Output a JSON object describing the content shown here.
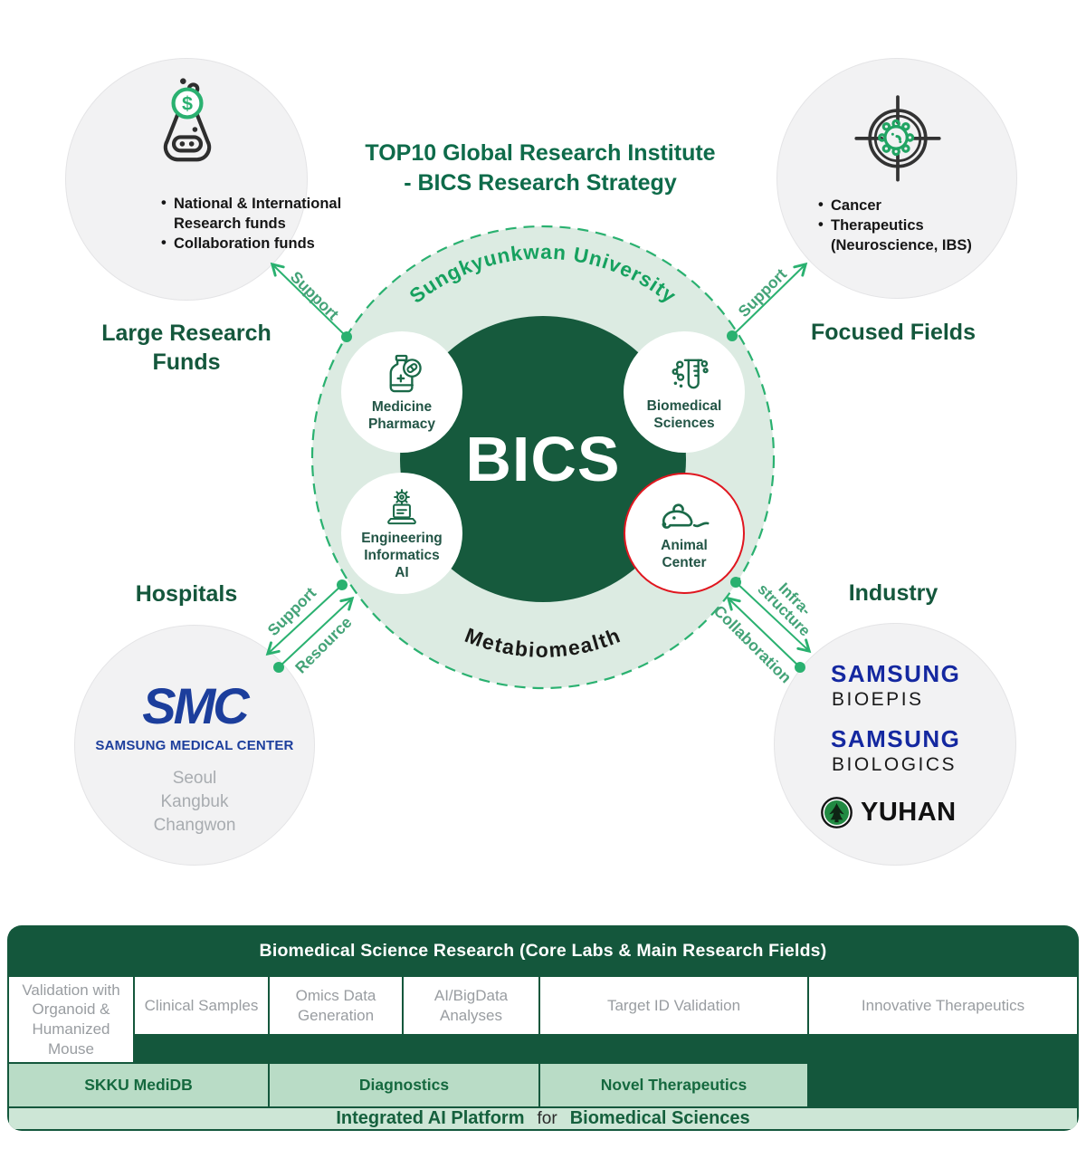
{
  "title": {
    "line1": "TOP10 Global Research Institute",
    "line2": "- BICS Research Strategy"
  },
  "colors": {
    "primary_dark_green": "#14573C",
    "accent_green": "#2AB170",
    "light_green_fill": "#DCEBE2",
    "row_green": "#B9DCC6",
    "footer_green": "#CDE6D6",
    "samsung_blue": "#1428A0",
    "smc_blue": "#1C3E9C",
    "highlight_red": "#E0161F"
  },
  "icons": {
    "funds": "flask-dollar-icon",
    "focused": "target-virus-icon",
    "medicine": "medicine-bottle-pill-icon",
    "biomedical": "test-tube-icon",
    "engineering": "laptop-gear-icon",
    "animal": "mouse-icon",
    "yuhan": "tree-logo-icon"
  },
  "center": {
    "university_arc": "Sungkyunkwan University",
    "core_label": "BICS",
    "metabio_arc": "Metabiomealth",
    "units": [
      {
        "line1": "Medicine",
        "line2": "Pharmacy"
      },
      {
        "line1": "Biomedical",
        "line2": "Sciences"
      },
      {
        "line1": "Engineering",
        "line2": "Informatics",
        "line3": "AI"
      },
      {
        "line1": "Animal",
        "line2": "Center"
      }
    ]
  },
  "satellites": {
    "funds": {
      "title": "Large Research Funds",
      "bullets": [
        "National & International Research funds",
        "Collaboration funds"
      ]
    },
    "focused": {
      "title": "Focused Fields",
      "bullets": [
        "Cancer",
        "Therapeutics (Neuroscience, IBS)"
      ]
    },
    "hospitals": {
      "title": "Hospitals",
      "org": "SMC",
      "org_sub": "SAMSUNG MEDICAL CENTER",
      "locations": [
        "Seoul",
        "Kangbuk",
        "Changwon"
      ]
    },
    "industry": {
      "title": "Industry",
      "companies": [
        {
          "brand": "SAMSUNG",
          "name": "BIOEPIS"
        },
        {
          "brand": "SAMSUNG",
          "name": "BIOLOGICS"
        },
        {
          "brand": "YUHAN"
        }
      ]
    }
  },
  "connections": {
    "top_left": "Support",
    "top_right": "Support",
    "bottom_left_out": "Support",
    "bottom_left_in": "Resource",
    "bottom_right_out_l1": "Infra-",
    "bottom_right_out_l2": "structure",
    "bottom_right_in": "Collaboration"
  },
  "table": {
    "header": "Biomedical Science Research (Core Labs & Main Research Fields)",
    "columns": [
      "Clinical Samples",
      "Omics Data Generation",
      "AI/BigData Analyses",
      "Target ID Validation",
      "Innovative Therapeutics",
      "Validation with Organoid & Humanized Mouse"
    ],
    "groups": [
      "SKKU MediDB",
      "Diagnostics",
      "Novel Therapeutics"
    ],
    "footer": {
      "lead": "Integrated AI Platform",
      "mid": "for",
      "tail": "Biomedical Sciences"
    }
  }
}
